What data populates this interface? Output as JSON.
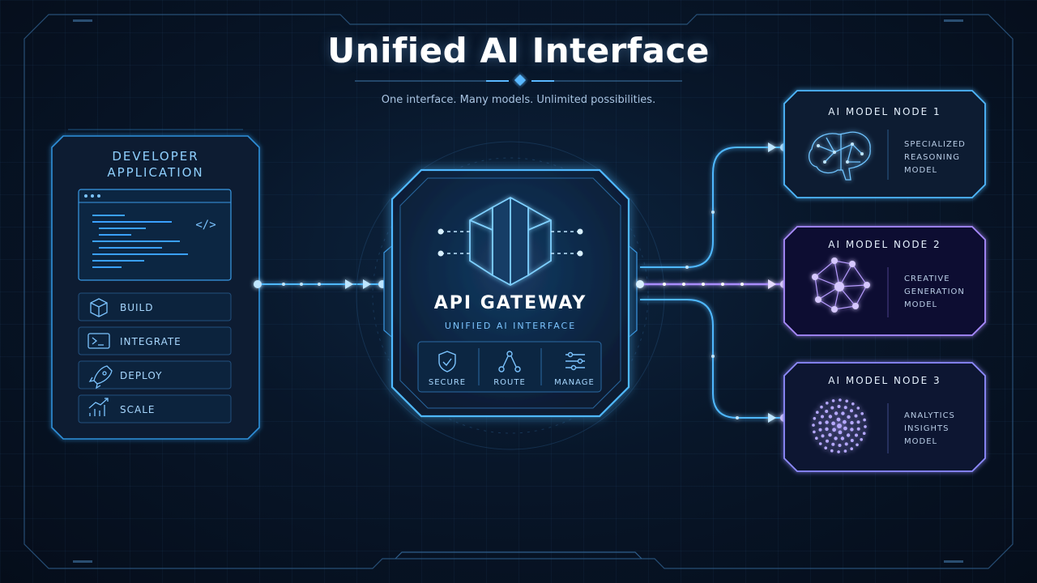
{
  "title": "Unified AI Interface",
  "subtitle": "One interface. Many models. Unlimited possibilities.",
  "developer_app": {
    "title_line1": "DEVELOPER",
    "title_line2": "APPLICATION",
    "code_icon_label": "</>",
    "steps": [
      {
        "label": "BUILD",
        "icon": "cube-icon"
      },
      {
        "label": "INTEGRATE",
        "icon": "terminal-icon"
      },
      {
        "label": "DEPLOY",
        "icon": "rocket-icon"
      },
      {
        "label": "SCALE",
        "icon": "bar-chart-icon"
      }
    ]
  },
  "gateway": {
    "title": "API GATEWAY",
    "subtitle": "UNIFIED AI INTERFACE",
    "features": [
      {
        "label": "SECURE",
        "icon": "shield-check-icon"
      },
      {
        "label": "ROUTE",
        "icon": "route-icon"
      },
      {
        "label": "MANAGE",
        "icon": "sliders-icon"
      }
    ]
  },
  "nodes": [
    {
      "title": "AI MODEL NODE 1",
      "desc": [
        "SPECIALIZED",
        "REASONING",
        "MODEL"
      ],
      "icon": "brain-icon",
      "color": "#4fb8ff"
    },
    {
      "title": "AI MODEL NODE 2",
      "desc": [
        "CREATIVE",
        "GENERATION",
        "MODEL"
      ],
      "icon": "network-icon",
      "color": "#b28cff"
    },
    {
      "title": "AI MODEL NODE 3",
      "desc": [
        "ANALYTICS",
        "INSIGHTS",
        "MODEL"
      ],
      "icon": "dot-sphere-icon",
      "color": "#a08cff"
    }
  ],
  "colors": {
    "accent_blue": "#4fb8ff",
    "accent_purple": "#b28cff",
    "background": "#081629"
  }
}
